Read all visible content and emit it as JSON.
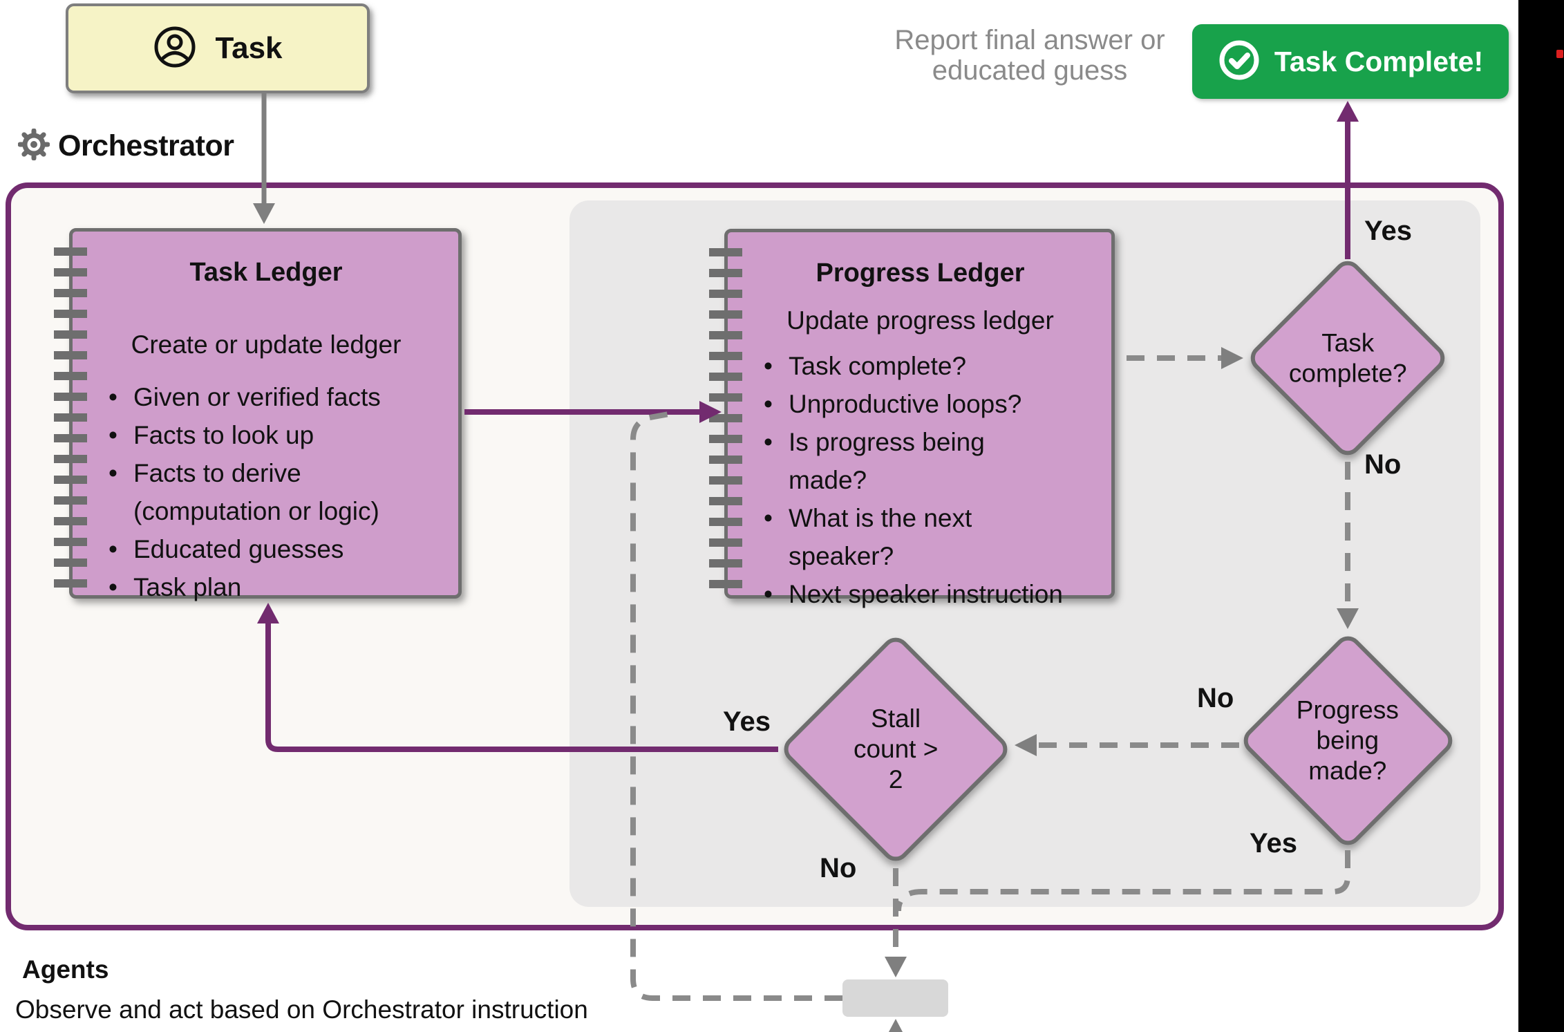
{
  "task_box": {
    "label": "Task"
  },
  "orchestrator": {
    "label": "Orchestrator"
  },
  "report": {
    "line1": "Report final answer or",
    "line2": "educated guess"
  },
  "complete_button": {
    "label": "Task Complete!"
  },
  "task_ledger": {
    "title": "Task Ledger",
    "subtitle": "Create or update ledger",
    "items": [
      "Given or verified facts",
      "Facts to look up",
      "Facts to derive\n(computation or logic)",
      "Educated guesses",
      "Task plan"
    ]
  },
  "progress_ledger": {
    "title": "Progress Ledger",
    "subtitle": "Update progress ledger",
    "items": [
      "Task complete?",
      "Unproductive loops?",
      "Is progress being\nmade?",
      "What is the next\nspeaker?",
      "Next speaker instruction"
    ]
  },
  "decisions": {
    "task_complete": "Task\ncomplete?",
    "stall": "Stall\ncount >\n2",
    "progress": "Progress\nbeing\nmade?"
  },
  "labels": {
    "yes_task_complete": "Yes",
    "no_task_complete": "No",
    "no_progress": "No",
    "yes_progress": "Yes",
    "yes_stall": "Yes",
    "no_stall": "No"
  },
  "agents": {
    "title": "Agents",
    "subtitle": "Observe and act based on Orchestrator instruction"
  },
  "colors": {
    "accent_purple": "#722B6F",
    "node_fill": "#CF9DCB",
    "task_fill": "#F6F3C6",
    "success_green": "#18A24B",
    "line_gray": "#7F7F7F"
  }
}
